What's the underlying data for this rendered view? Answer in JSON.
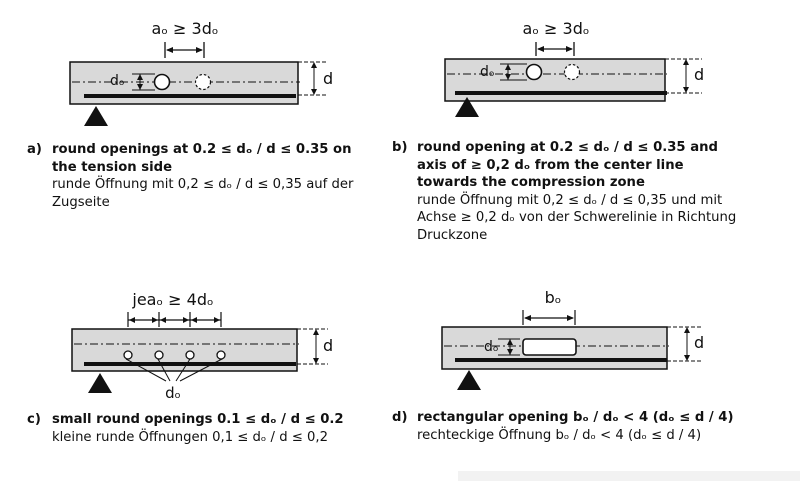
{
  "panels": [
    {
      "id": "a",
      "dim_label": "aₒ ≥ 3dₒ",
      "do_label": "dₒ",
      "d_label": "d",
      "caption_letter": "a)",
      "caption_en": "round openings at 0.2 ≤ dₒ / d ≤ 0.35 on the tension side",
      "caption_de": "runde Öffnung mit 0,2 ≤ dₒ / d ≤ 0,35 auf der Zugseite"
    },
    {
      "id": "b",
      "dim_label": "aₒ ≥ 3dₒ",
      "do_label": "dₒ",
      "d_label": "d",
      "caption_letter": "b)",
      "caption_en": "round opening at 0.2 ≤ dₒ / d ≤ 0.35 and axis of ≥ 0,2 dₒ from the center line towards the compression zone",
      "caption_de": "runde Öffnung mit 0,2 ≤ dₒ / d ≤ 0,35 und mit Achse ≥ 0,2 dₒ von der Schwerelinie in Richtung Druckzone"
    },
    {
      "id": "c",
      "dim_label": "jeaₒ ≥ 4dₒ",
      "do_label": "dₒ",
      "d_label": "d",
      "caption_letter": "c)",
      "caption_en": "small round openings 0.1 ≤ dₒ / d ≤ 0.2",
      "caption_de": "kleine runde Öffnungen 0,1 ≤ dₒ / d ≤ 0,2"
    },
    {
      "id": "d",
      "dim_label": "bₒ",
      "do_label": "dₒ",
      "d_label": "d",
      "caption_letter": "d)",
      "caption_en": "rectangular opening bₒ / dₒ < 4 (dₒ ≤ d / 4)",
      "caption_de": "rechteckige Öffnung bₒ / dₒ < 4 (dₒ ≤ d / 4)"
    }
  ]
}
